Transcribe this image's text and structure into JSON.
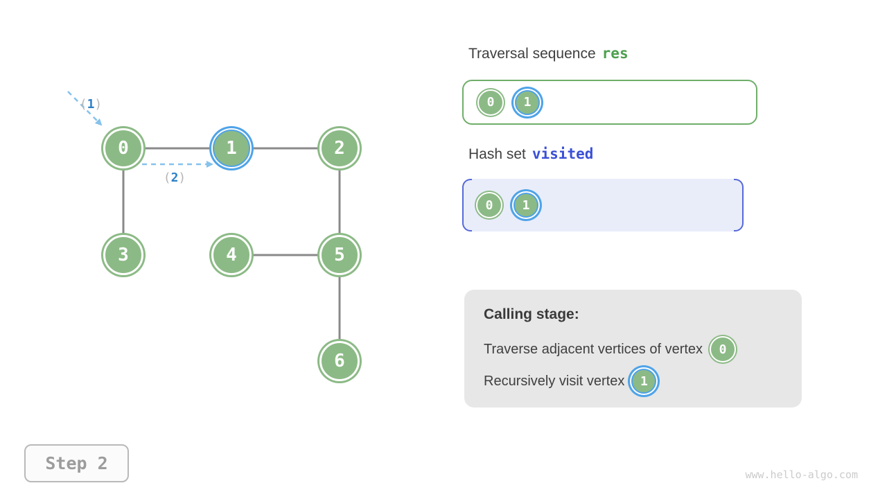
{
  "graph": {
    "nodes": [
      {
        "label": "0",
        "highlighted": false
      },
      {
        "label": "1",
        "highlighted": true
      },
      {
        "label": "2",
        "highlighted": false
      },
      {
        "label": "3",
        "highlighted": false
      },
      {
        "label": "4",
        "highlighted": false
      },
      {
        "label": "5",
        "highlighted": false
      },
      {
        "label": "6",
        "highlighted": false
      }
    ],
    "edges": [
      [
        "0",
        "1"
      ],
      [
        "1",
        "2"
      ],
      [
        "0",
        "3"
      ],
      [
        "2",
        "5"
      ],
      [
        "4",
        "5"
      ],
      [
        "5",
        "6"
      ]
    ],
    "arrows": [
      {
        "open": "(",
        "number": "1",
        "close": ")"
      },
      {
        "open": "(",
        "number": "2",
        "close": ")"
      }
    ]
  },
  "panels": {
    "traversal": {
      "title_prefix": "Traversal sequence",
      "title_code": "res",
      "items": [
        {
          "label": "0",
          "highlighted": false
        },
        {
          "label": "1",
          "highlighted": true
        }
      ]
    },
    "visited": {
      "title_prefix": "Hash set",
      "title_code": "visited",
      "items": [
        {
          "label": "0",
          "highlighted": false
        },
        {
          "label": "1",
          "highlighted": true
        }
      ]
    },
    "calling": {
      "title": "Calling stage:",
      "lines": [
        {
          "text": "Traverse adjacent vertices of vertex",
          "node": "0",
          "highlighted": false
        },
        {
          "text": "Recursively visit vertex",
          "node": "1",
          "highlighted": true
        }
      ]
    }
  },
  "step_label": "Step 2",
  "watermark": "www.hello-algo.com",
  "colors": {
    "node_green": "#8CBA86",
    "highlight_blue": "#4FA3E8",
    "edge_gray": "#8A8A8A",
    "arrow_blue": "#85C2EC",
    "arrow_number_blue": "#2E80C6",
    "paren_gray": "#B5B5B5",
    "res_green": "#4CA04E",
    "visited_blue": "#3A50D6",
    "res_box_border": "#6FAE69",
    "visited_box_bg": "#E9EDFA",
    "visited_bracket": "#5669D8",
    "calling_box_bg": "#E7E7E7",
    "text_dark": "#404040",
    "step_gray": "#9C9C9C",
    "watermark_gray": "#CBCBCB"
  }
}
